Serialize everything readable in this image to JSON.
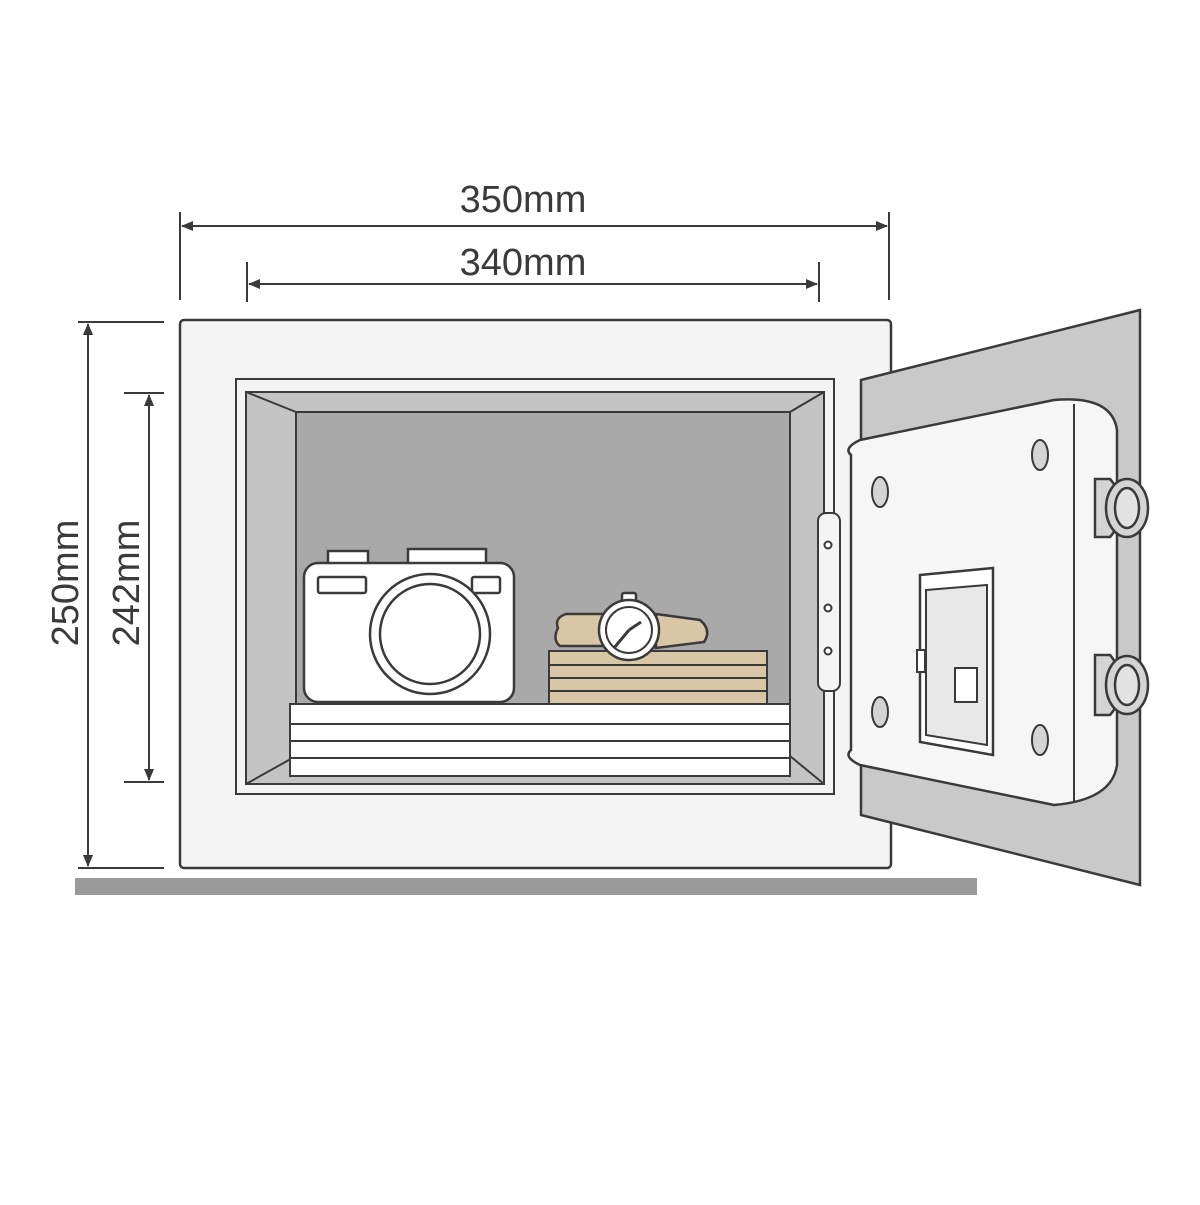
{
  "dimensions": {
    "outer_width": "350mm",
    "inner_width": "340mm",
    "outer_height": "250mm",
    "inner_height": "242mm"
  },
  "colors": {
    "line": "#3a3a3a",
    "safe_body": "#f4f4f4",
    "interior": "#a9a9a9",
    "interior_walls": "#c4c4c4",
    "door": "#c9c9c9",
    "door_panel": "#f6f6f6",
    "item_tan": "#d8c6a6",
    "floor": "#9a9a9a"
  },
  "icons": [
    "camera-icon",
    "watch-icon",
    "hinge-icon",
    "bolt-icon",
    "keypad-icon"
  ]
}
